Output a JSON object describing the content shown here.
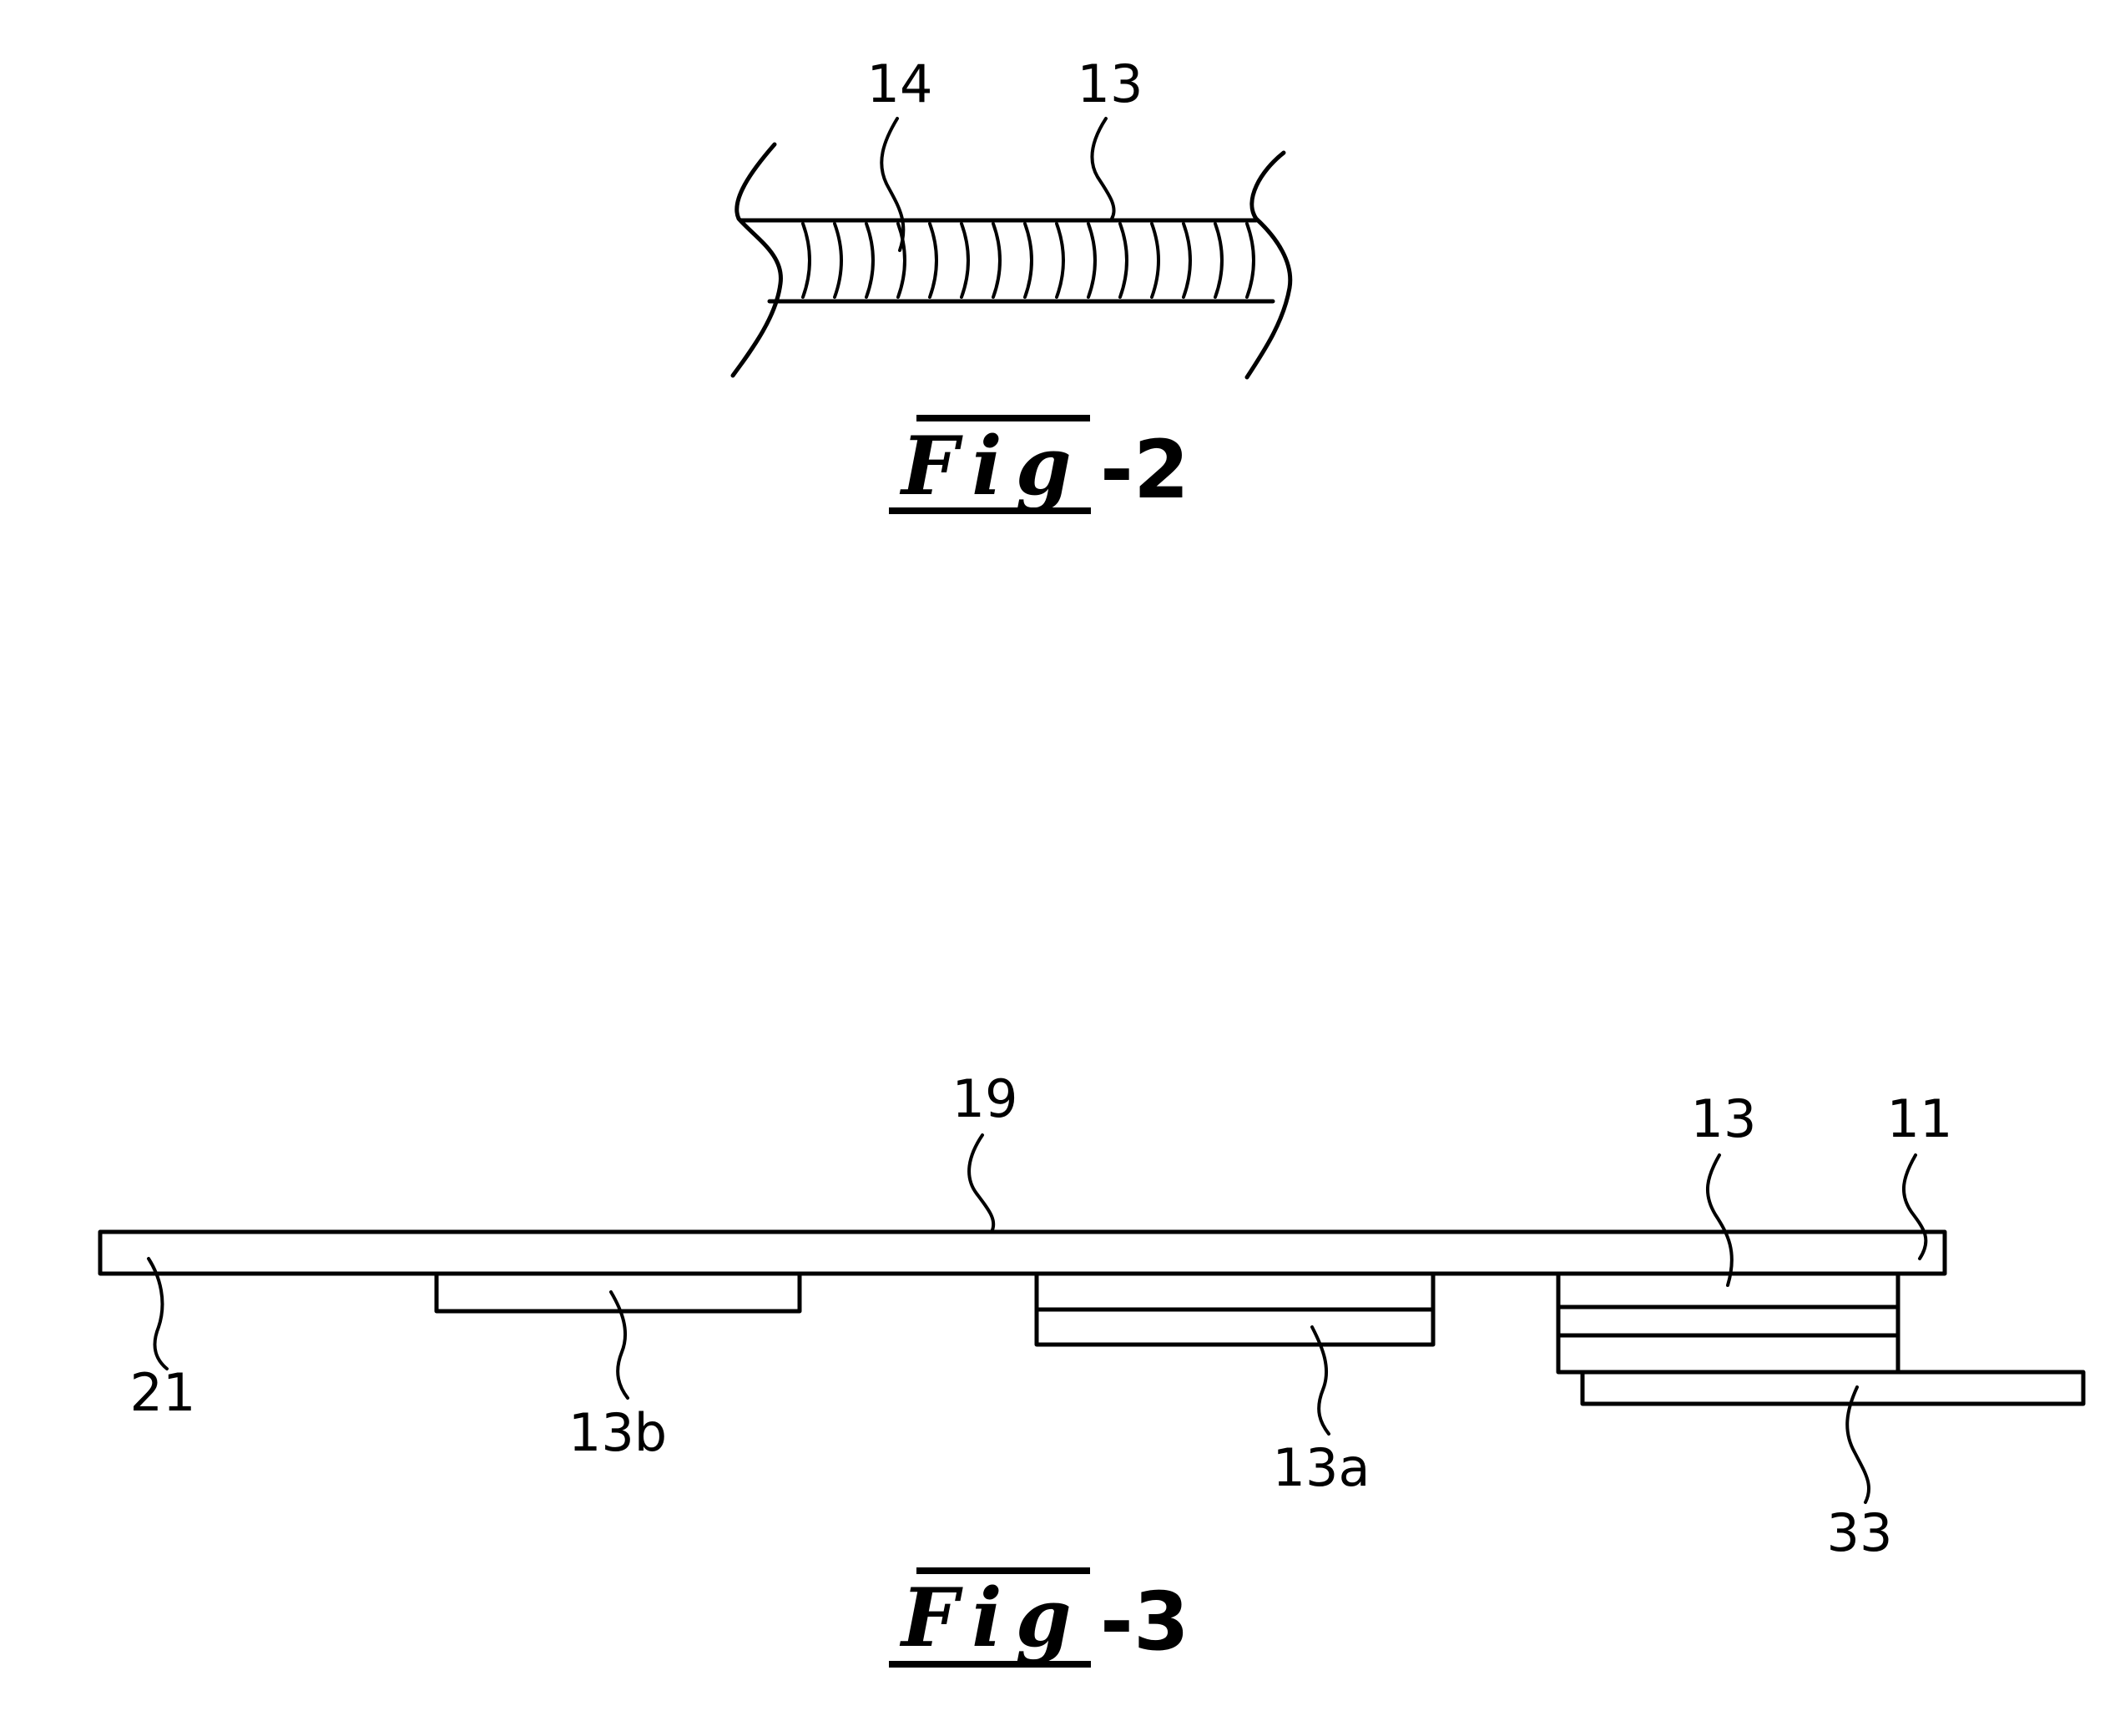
{
  "figures": [
    {
      "caption_word": "Fig",
      "caption_sep": "-",
      "caption_number": "2",
      "labels": [
        "14",
        "13"
      ]
    },
    {
      "caption_word": "Fig",
      "caption_sep": "-",
      "caption_number": "3",
      "labels": [
        "19",
        "13",
        "11",
        "21",
        "13b",
        "13a",
        "33"
      ]
    }
  ]
}
